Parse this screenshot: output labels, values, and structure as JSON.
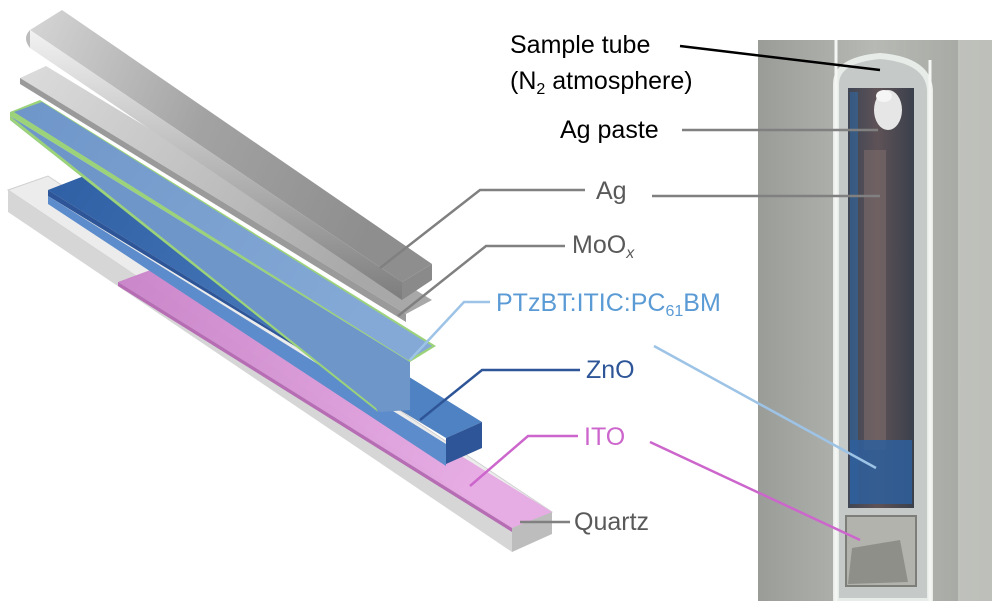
{
  "labels": {
    "sample_tube_line1": "Sample tube",
    "sample_tube_open": "(N",
    "sample_tube_sub": "2",
    "sample_tube_rest": " atmosphere)",
    "ag_paste": "Ag paste",
    "ag": "Ag",
    "moox_base": "MoO",
    "moox_sub": "x",
    "blend_part1": "PTzBT:ITIC:PC",
    "blend_sub": "61",
    "blend_part2": "BM",
    "zno": "ZnO",
    "ito": "ITO",
    "quartz": "Quartz"
  },
  "colors": {
    "ag": "#a6a6a6",
    "moox": "#c4c4c4",
    "active_layer": "#7096c8",
    "active_layer_edge": "#9bd27a",
    "zno": "#3f6fb0",
    "ito": "#d88bd6",
    "quartz": "#e9e9e9",
    "label_dark": "#000000",
    "label_grey": "#595959",
    "label_blend": "#5b9bd5",
    "label_zno": "#2e5597",
    "label_ito": "#cc66cc"
  }
}
